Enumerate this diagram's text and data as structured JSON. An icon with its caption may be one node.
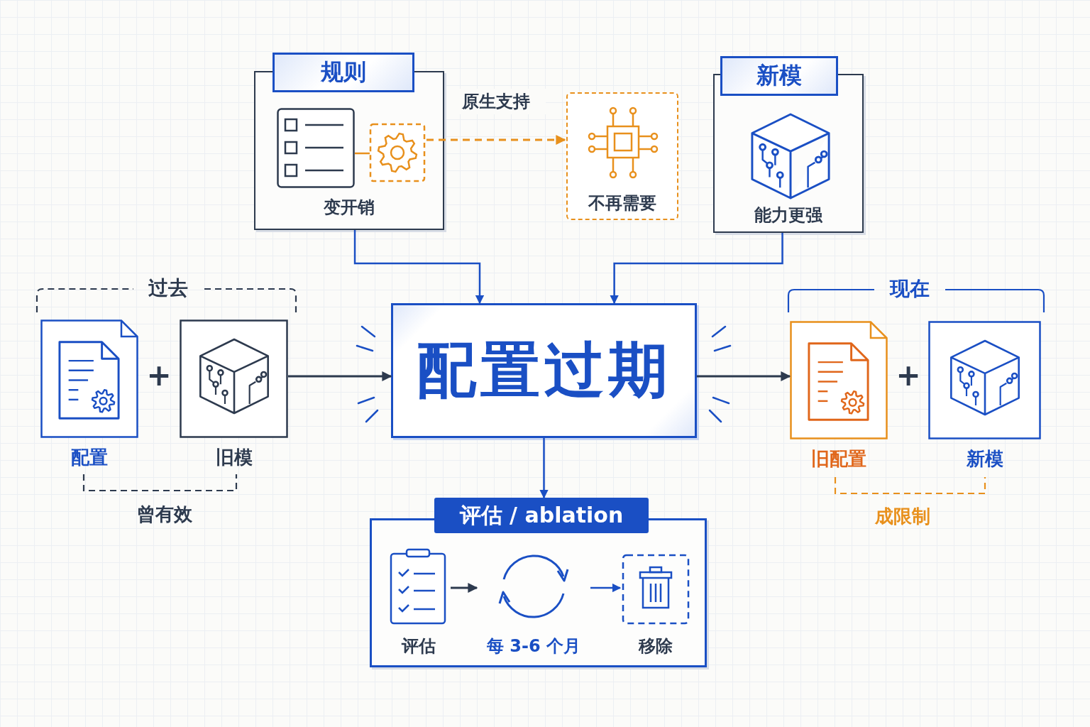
{
  "diagram": {
    "nodes": [
      {
        "text": [
          "规则",
          "变开销"
        ]
      },
      {
        "text": [],
        "shape": "box",
        "in": 0
      },
      {
        "text": [
          "不再需要"
        ]
      },
      {
        "text": [
          "新模",
          "能力更强"
        ]
      },
      {
        "text": [
          "配置过期"
        ]
      },
      {
        "text": [
          "配置"
        ]
      },
      {
        "text": [
          "旧模"
        ]
      },
      {
        "text": [
          "旧配置"
        ]
      },
      {
        "text": [
          "新模"
        ]
      },
      {
        "text": [
          "评估 / ablation"
        ]
      },
      {
        "text": [
          "评估"
        ],
        "in": 9
      },
      {
        "text": [
          "每 3-6 个月"
        ],
        "in": 9
      },
      {
        "text": [
          "移除"
        ],
        "in": 9
      }
    ],
    "edges": [
      {
        "from": 0,
        "to": 4,
        "arrow": "to"
      },
      {
        "from": 3,
        "to": 4,
        "arrow": "to"
      },
      {
        "from": 1,
        "to": 2,
        "arrow": "to",
        "label": "原生支持",
        "style": "dashed",
        "color": "#e8901c"
      },
      {
        "from": 4,
        "to": 9,
        "arrow": "to"
      },
      {
        "from": 6,
        "to": 4,
        "arrow": "to",
        "color": "#2d3a4e"
      },
      {
        "from": 4,
        "to": 7,
        "arrow": "to",
        "color": "#2d3a4e"
      },
      {
        "from": 10,
        "to": 11,
        "arrow": "to",
        "color": "#2d3a4e"
      },
      {
        "from": 11,
        "to": 12,
        "arrow": "to"
      }
    ],
    "labels": [
      "过去",
      "+",
      "曾有效",
      "现在",
      "+",
      "成限制"
    ]
  }
}
